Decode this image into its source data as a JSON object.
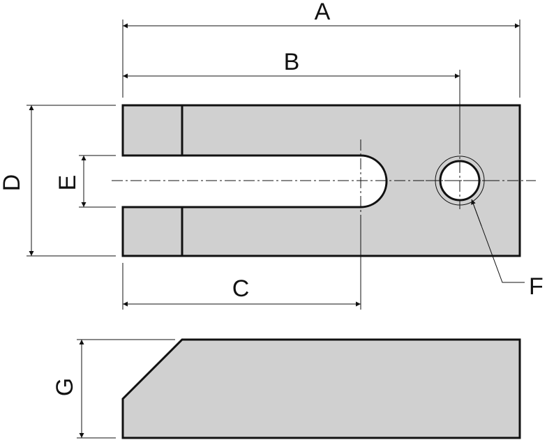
{
  "labels": {
    "a": "A",
    "b": "B",
    "c": "C",
    "d": "D",
    "e": "E",
    "f": "F",
    "g": "G"
  },
  "colors": {
    "part_fill": "#d0d0d0",
    "line": "#111111",
    "background": "#ffffff"
  }
}
